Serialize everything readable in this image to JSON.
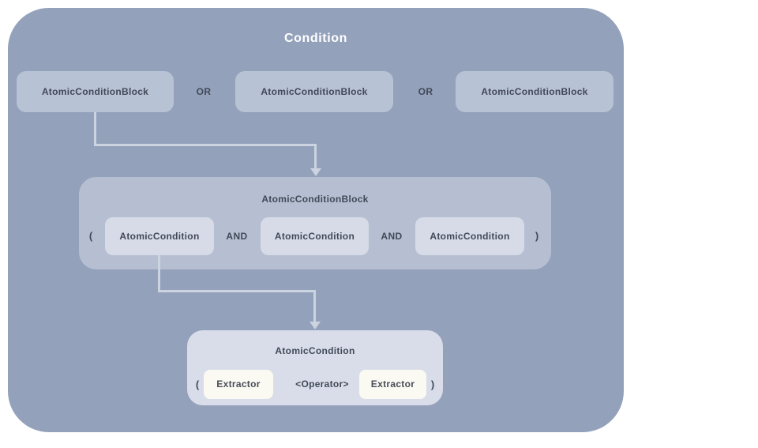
{
  "diagram": {
    "title": "Condition",
    "or_label": "OR",
    "and_label": "AND",
    "open_paren": "(",
    "close_paren": ")",
    "top_row": {
      "blocks": [
        "AtomicConditionBlock",
        "AtomicConditionBlock",
        "AtomicConditionBlock"
      ]
    },
    "block_detail": {
      "title": "AtomicConditionBlock",
      "items": [
        "AtomicCondition",
        "AtomicCondition",
        "AtomicCondition"
      ]
    },
    "condition_detail": {
      "title": "AtomicCondition",
      "left_operand": "Extractor",
      "operator": "<Operator>",
      "right_operand": "Extractor"
    },
    "colors": {
      "outer_bg": "#94a1bb",
      "top_block_bg": "#b8c2d5",
      "group_bg": "#b5bfd1",
      "item_bg": "#d7dbe7",
      "detail_group_bg": "#d9dde9",
      "leaf_bg": "#faf9f2",
      "connector": "#ccd3e1",
      "text_dark": "#414958",
      "title_text": "#ffffff"
    }
  }
}
